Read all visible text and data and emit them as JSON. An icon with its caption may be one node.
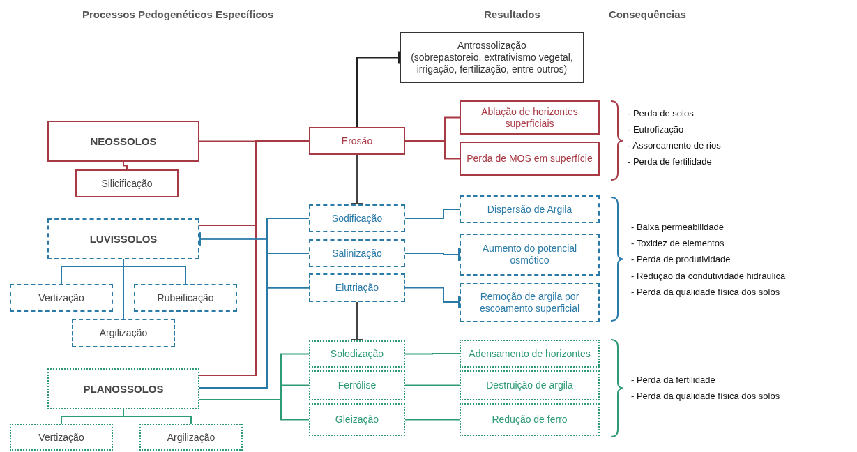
{
  "diagram": {
    "nodes": [
      {
        "text": [
          "Antrossolização",
          "(sobrepastoreio, extrativismo vegetal, irrigação, fertilização, entre outros)"
        ]
      },
      {
        "text": [
          "Ablação de horizontes superficiais"
        ]
      },
      {
        "text": [
          "NEOSSOLOS"
        ]
      },
      {
        "text": [
          "Erosão"
        ]
      },
      {
        "text": [
          "Perda de MOS em superfície"
        ]
      },
      {
        "text": [
          "Silicificação"
        ]
      },
      {
        "text": [
          "Sodificação"
        ]
      },
      {
        "text": [
          "Dispersão de Argila"
        ]
      },
      {
        "text": [
          "LUVISSOLOS"
        ]
      },
      {
        "text": [
          "Salinização"
        ]
      },
      {
        "text": [
          "Aumento do potencial osmótico"
        ]
      },
      {
        "text": [
          "Vertização"
        ]
      },
      {
        "text": [
          "Rubeificação"
        ]
      },
      {
        "text": [
          "Elutriação"
        ]
      },
      {
        "text": [
          "Remoção de argila por escoamento superficial"
        ]
      },
      {
        "text": [
          "Argilização"
        ]
      },
      {
        "text": [
          "Solodização"
        ]
      },
      {
        "text": [
          "Adensamento de horizontes"
        ]
      },
      {
        "text": [
          "PLANOSSOLOS"
        ]
      },
      {
        "text": [
          "Ferrólise"
        ]
      },
      {
        "text": [
          "Destruição de argila"
        ]
      },
      {
        "text": [
          "Gleização"
        ]
      },
      {
        "text": [
          "Redução de ferro"
        ]
      },
      {
        "text": [
          "Vertização"
        ]
      },
      {
        "text": [
          "Argilização"
        ]
      }
    ],
    "edges": [
      {
        "from": 3,
        "to": 0,
        "arrow": "other",
        "color": "#222222"
      },
      {
        "from": 2,
        "to": 3,
        "arrow": "none",
        "color": "#a83a45"
      },
      {
        "from": 3,
        "to": 1,
        "arrow": "none",
        "color": "#a83a45"
      },
      {
        "from": 3,
        "to": 4,
        "arrow": "none",
        "color": "#a83a45"
      },
      {
        "from": 2,
        "to": 5,
        "arrow": "none",
        "color": "#a83a45"
      },
      {
        "from": 8,
        "to": 3,
        "arrow": "none",
        "color": "#a83a45"
      },
      {
        "from": 18,
        "to": 3,
        "arrow": "none",
        "color": "#a83a45"
      },
      {
        "from": 3,
        "to": 6,
        "arrow": "other",
        "color": "#444444"
      },
      {
        "from": 6,
        "to": 8,
        "arrow": "other",
        "color": "#2a7aa8"
      },
      {
        "from": 9,
        "to": 8,
        "arrow": "other",
        "color": "#2a7aa8"
      },
      {
        "from": 13,
        "to": 8,
        "arrow": "other",
        "color": "#2a7aa8"
      },
      {
        "from": 18,
        "to": 6,
        "arrow": "none",
        "color": "#2a7aa8"
      },
      {
        "from": 18,
        "to": 9,
        "arrow": "none",
        "color": "#2a7aa8"
      },
      {
        "from": 18,
        "to": 13,
        "arrow": "none",
        "color": "#2a7aa8"
      },
      {
        "from": 6,
        "to": 7,
        "arrow": "none",
        "color": "#2a7aa8"
      },
      {
        "from": 9,
        "to": 10,
        "arrow": "other",
        "color": "#2a7aa8"
      },
      {
        "from": 13,
        "to": 14,
        "arrow": "other",
        "color": "#2a7aa8"
      },
      {
        "from": 13,
        "to": 16,
        "arrow": "other",
        "color": "#444444"
      },
      {
        "from": 18,
        "to": 16,
        "arrow": "none",
        "color": "#2e9a78"
      },
      {
        "from": 18,
        "to": 19,
        "arrow": "none",
        "color": "#2e9a78"
      },
      {
        "from": 18,
        "to": 21,
        "arrow": "none",
        "color": "#2e9a78"
      },
      {
        "from": 16,
        "to": 17,
        "arrow": "none",
        "color": "#2e9a78"
      },
      {
        "from": 19,
        "to": 20,
        "arrow": "none",
        "color": "#2e9a78"
      },
      {
        "from": 21,
        "to": 22,
        "arrow": "none",
        "color": "#2e9a78"
      },
      {
        "from": 8,
        "to": 11,
        "arrow": "none",
        "color": "#2a7aa8"
      },
      {
        "from": 8,
        "to": 12,
        "arrow": "none",
        "color": "#2a7aa8"
      },
      {
        "from": 8,
        "to": 15,
        "arrow": "none",
        "color": "#2a7aa8"
      },
      {
        "from": 18,
        "to": 23,
        "arrow": "none",
        "color": "#2e9a78"
      },
      {
        "from": 18,
        "to": 24,
        "arrow": "none",
        "color": "#2e9a78"
      }
    ],
    "labels": [
      "Processos Pedogenéticos Específicos",
      "Resultados",
      "Consequências",
      "- Perda de solos",
      "- Eutrofização",
      "- Assoreamento de rios",
      "- Perda de fertilidade",
      "- Baixa permeabilidade",
      "- Toxidez de elementos",
      "- Perda de produtividade",
      "- Redução da condutividade hidráulica",
      "- Perda da qualidade física dos solos",
      "- Perda da fertilidade",
      "- Perda da qualidade física dos solos"
    ]
  }
}
